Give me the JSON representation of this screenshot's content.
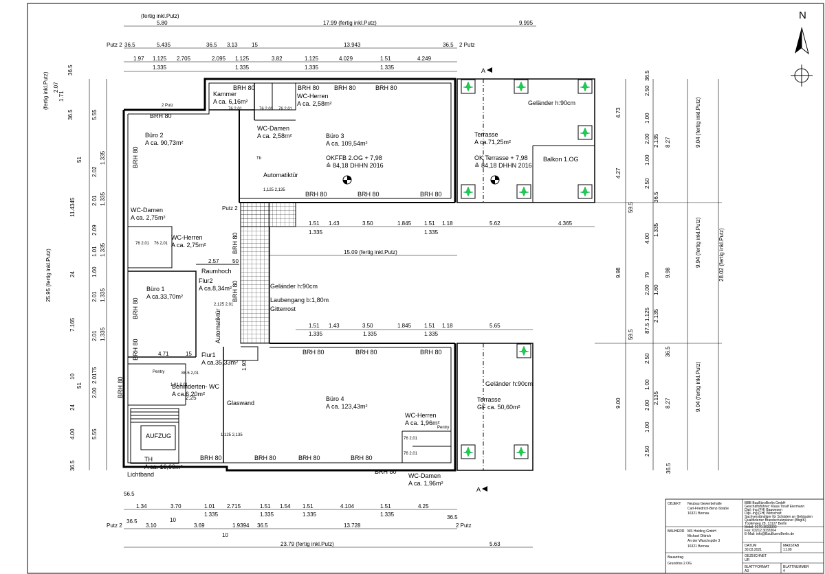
{
  "north": {
    "label": "N"
  },
  "rooms": [
    {
      "name": "Kammer",
      "area": "A ca. 6,16m²"
    },
    {
      "name": "WC-Herren",
      "area": "A ca. 2,58m²"
    },
    {
      "name": "WC-Damen",
      "area": "A ca. 2,58m²"
    },
    {
      "name": "Büro 2",
      "area": "A ca. 90,73m²"
    },
    {
      "name": "Büro 3",
      "area": "A ca. 109,54m²"
    },
    {
      "name": "Terrasse",
      "area": "A ca.71,25m²"
    },
    {
      "name": "WC-Damen",
      "area": "A ca. 2,75m²"
    },
    {
      "name": "WC-Herren",
      "area": "A ca. 2,75m²"
    },
    {
      "name": "Büro 1",
      "area": "A ca.33,70m²"
    },
    {
      "name": "Flur2",
      "area": "A ca.8,34m²"
    },
    {
      "name": "Flur1",
      "area": "A ca.35,33m²"
    },
    {
      "name": "Behinderten- WC",
      "area": "A ca.6,20m²"
    },
    {
      "name": "Büro 4",
      "area": "A ca. 123,43m²"
    },
    {
      "name": "WC-Herren",
      "area": "A ca. 1,96m²"
    },
    {
      "name": "WC-Damen",
      "area": "A ca. 1,96m²"
    },
    {
      "name": "TH",
      "area": "A ca. 16,00m²"
    },
    {
      "name": "Terrasse",
      "area": "GF ca. 50,60m²"
    }
  ],
  "labels": {
    "okffb": "OKFFB 2.OG + 7,98",
    "dhhn1": "≙ 84,18 DHHN 2016",
    "okterrasse": "OK Terrasse + 7,98",
    "dhhn2": "≙ 84,18 DHHN 2016",
    "balkon": "Balkon 1.OG",
    "gelaender_top": "Geländer h:90cm",
    "gelaender_mid": "Geländer h:90cm",
    "gelaender_bot": "Geländer h:90cm",
    "laubengang": "Laubengang b:1,80m",
    "gitterrost": "Gitterrost",
    "automatiktuer1": "Automatiktür",
    "automatiktuer2": "Automatiktür",
    "raumhoch": "Raumhoch",
    "glaswand": "Glaswand",
    "aufzug": "AUFZUG",
    "lichtband": "Lichtband",
    "pentry1": "Pentry",
    "pentry2": "Pentry",
    "brh": "BRH 80",
    "putz2": "2 Putz",
    "putz2b": "Putz 2",
    "tb": "Tb",
    "a_mark": "A"
  },
  "dims_top": {
    "fertig_left": "(fertig inkl.Putz)",
    "w580": "5.80",
    "total_top": "17.99  (fertig inkl.Putz)",
    "w9995": "9.995",
    "row2": [
      "36.5",
      "5.435",
      "36.5",
      "3.13",
      "15",
      "13.943",
      "36.5"
    ],
    "row3": [
      "1.97",
      "1.125",
      "2.705",
      "2.095",
      "1.125",
      "3.82",
      "1.125",
      "4.029",
      "1.51",
      "4.249"
    ],
    "row3b": [
      "1.335",
      "1.335",
      "1.335",
      "1.335"
    ]
  },
  "dims_mid": {
    "row_a": [
      "1.51",
      "1.43",
      "3.50",
      "1.845",
      "1.51",
      "1.18",
      "5.62",
      "4.365"
    ],
    "row_a2": [
      "1.335",
      "1.335"
    ],
    "total_15": "15.09  (fertig inkl.Putz)",
    "row_b": [
      "1.51",
      "1.43",
      "3.50",
      "1.845",
      "1.51",
      "1.18",
      "5.65"
    ],
    "row_b2": [
      "1.335",
      "1.335",
      "1.335"
    ],
    "w257": "2.57",
    "w50": "50",
    "w471": "4.71",
    "w15": "15",
    "w225": "2.25",
    "w193": "1.93"
  },
  "dims_bottom": {
    "w565": "56.5",
    "row1": [
      "1.34",
      "3.70",
      "1.01",
      "2.715",
      "1.51",
      "1.54",
      "1.51",
      "4.104",
      "1.51",
      "4.25"
    ],
    "row1b": [
      "1.335",
      "1.335",
      "1.335",
      "1.335"
    ],
    "row2": [
      "36.5",
      "3.10",
      "10",
      "3.69",
      "10",
      "1.9394",
      "36.5",
      "13.728",
      "36.5"
    ],
    "total": "23.79  (fertig inkl.Putz)",
    "w563": "5.63"
  },
  "dims_left": {
    "total": "25.95 (fertig inkl.Putz)",
    "fertig_top": "(fertig inkl.Putz)",
    "top207": "2.07",
    "values": [
      "36.5",
      "1.71",
      "36.5",
      "5.55",
      "51",
      "2.02",
      "11.4345",
      "2.01",
      "2.09",
      "1.01",
      "1.60",
      "24",
      "2.01",
      "7.165",
      "2.01",
      "10",
      "2.0175",
      "2.00",
      "51",
      "24",
      "4.00",
      "5.55",
      "36.5",
      "1.335",
      "1.335",
      "1.335",
      "1.335",
      "1.335"
    ]
  },
  "dims_right": {
    "a": [
      "4.73",
      "4.27",
      "59.5",
      "9.98",
      "59.5",
      "9.00"
    ],
    "b": [
      "36.5",
      "2.50",
      "1.00",
      "2.00",
      "1.00",
      "2.50",
      "36.5",
      "4.00",
      "1.335",
      "79",
      "2.00",
      "1.60",
      "1.125",
      "87.5",
      "2.50",
      "1.00",
      "2.00",
      "1.00",
      "2.50",
      "36.5",
      "2.135",
      "2.135",
      "2.135"
    ],
    "c": [
      "8.27",
      "9.98",
      "8.27",
      "36.5"
    ],
    "d": [
      "9.04 (fertig inkl.Putz)",
      "9.94 (fertig inkl.Putz)",
      "9.04 (fertig inkl.Putz)"
    ],
    "e": "28.02 (fertig inkl.Putz)"
  },
  "doors": [
    "76 2,01",
    "76 2,01",
    "76 2,01",
    "1,125 2,135",
    "2,125 2,01",
    "88.5 2,01",
    "1.01 2,01",
    "1,125 2,135",
    "76 2,01",
    "76 2,01",
    "76 2,01",
    "76 2,01"
  ],
  "title_block": {
    "objekt_label": "OBJEKT",
    "objekt_lines": [
      "Neubau Gewerbehalle",
      "Carl-Friedrich-Benz-Straße",
      "16321 Bernau"
    ],
    "office_lines": [
      "BBB BauBüroBerlin GmbH",
      "Geschäftsführer: Klaus Toralf Eiermann",
      "Dipl.-Ing.(FH) Bauwesen",
      "Dipl.-Ing.(FH) Wirtschaft",
      "Sachverständiger für Schäden an Gebäuden",
      "Qualifizierter Brandschutzplaner (BbgIK)",
      "Töpferweg 28, 13127 Berlin",
      "Mobil: 0170.3033303",
      "Fax: 03212.3033304",
      "E-Mail: info@BauBueroBerlin.de"
    ],
    "bauherr_label": "BAUHERR",
    "bauherr_lines": [
      "MS Holding GmbH",
      "Michael Dittrich",
      "An der Waschspüle 3",
      "16321 Bernau"
    ],
    "datum_label": "DATUM",
    "datum": "30.03.2021",
    "massstab_label": "MAßSTAB",
    "massstab": "1:100",
    "gezeichnet_label": "GEZEICHNET",
    "gezeichnet": "UR",
    "bauantrag": "Bauantrag",
    "grundriss": "Grundriss 2.OG",
    "blattformat_label": "BLATTFORMAT",
    "blattformat": "A3",
    "blattnummer_label": "BLATTNUMMER",
    "blattnummer": "4"
  }
}
